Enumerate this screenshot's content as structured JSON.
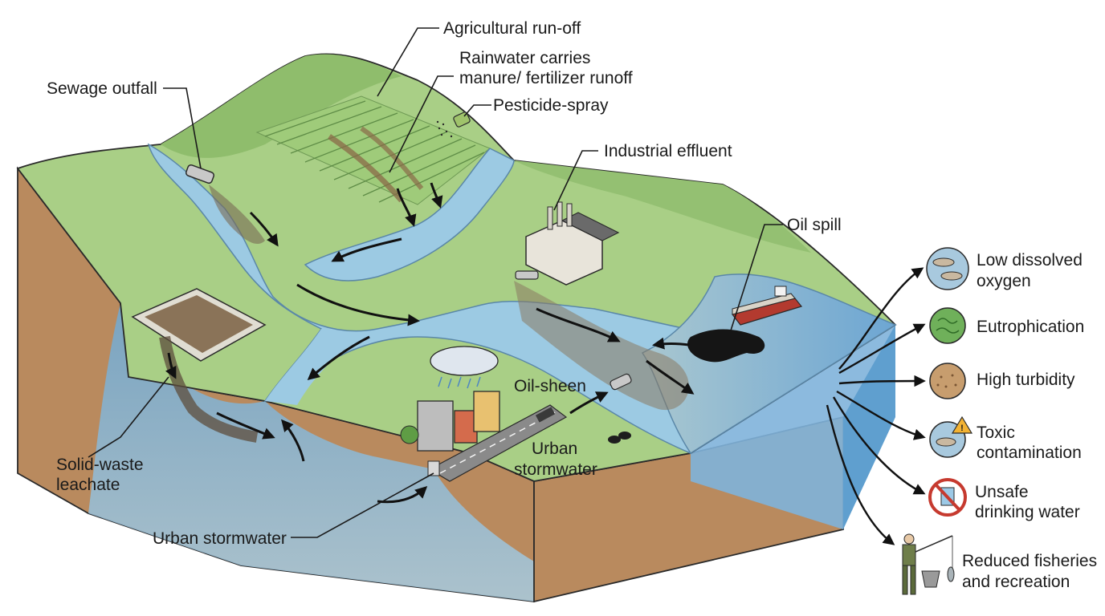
{
  "labels": {
    "agricultural_runoff": "Agricultural run-off",
    "rainwater_line1": "Rainwater carries",
    "rainwater_line2": "manure/ fertilizer runoff",
    "pesticide_spray": "Pesticide-spray",
    "sewage_outfall": "Sewage outfall",
    "industrial_effluent": "Industrial effluent",
    "oil_spill": "Oil spill",
    "oil_sheen": "Oil-sheen",
    "urban_stormwater_inner_line1": "Urban",
    "urban_stormwater_inner_line2": "stormwater",
    "solid_waste_line1": "Solid-waste",
    "solid_waste_line2": "leachate",
    "urban_stormwater_bottom": "Urban stormwater"
  },
  "effects": [
    {
      "id": "low-dissolved-oxygen",
      "line1": "Low dissolved",
      "line2": "oxygen",
      "icon": "fish-icon"
    },
    {
      "id": "eutrophication",
      "line1": "Eutrophication",
      "line2": "",
      "icon": "algae-icon"
    },
    {
      "id": "high-turbidity",
      "line1": "High turbidity",
      "line2": "",
      "icon": "sediment-icon"
    },
    {
      "id": "toxic-contamination",
      "line1": "Toxic",
      "line2": "contamination",
      "icon": "warning-fish-icon"
    },
    {
      "id": "unsafe-drinking-water",
      "line1": "Unsafe",
      "line2": "drinking water",
      "icon": "no-water-icon"
    },
    {
      "id": "reduced-fisheries",
      "line1": "Reduced fisheries",
      "line2": "and recreation",
      "icon": "fisherman-icon"
    }
  ],
  "colors": {
    "grass": "#a9cf86",
    "grass_dark": "#8fbd6c",
    "soil": "#b98a5e",
    "soil_dark": "#8e6440",
    "water": "#9ccae3",
    "water_deep": "#6fa7cf",
    "pollution": "#7a6a55",
    "oil": "#151515"
  }
}
